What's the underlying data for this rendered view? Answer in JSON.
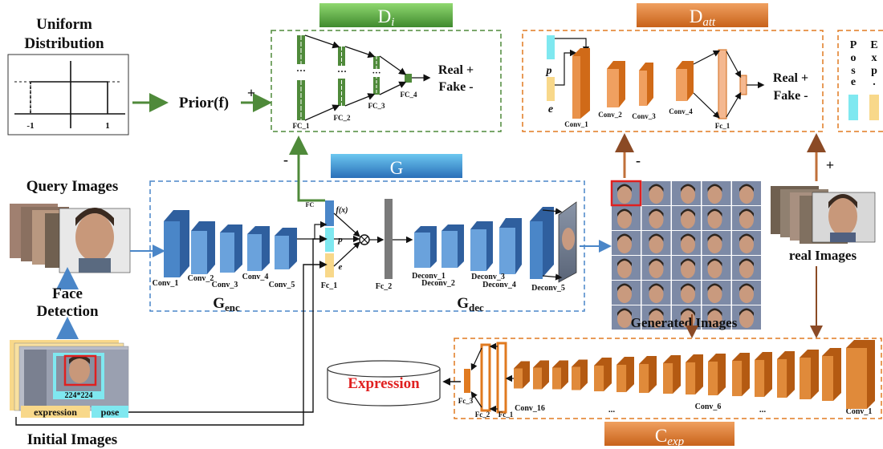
{
  "colors": {
    "blue": "#4a86c8",
    "blue_dark": "#2f5f9e",
    "orange": "#e07a20",
    "orange_dark": "#b45a12",
    "green": "#4f8a3a",
    "brown": "#8b4a25",
    "cyan": "#7fe8f0",
    "tan": "#f8d88a",
    "gray": "#7a7a7a",
    "red": "#e02020"
  },
  "uniform": {
    "title_line1": "Uniform",
    "title_line2": "Distribution",
    "tick_neg": "-1",
    "tick_pos": "1"
  },
  "prior": {
    "label": "Prior(f)",
    "plus": "+"
  },
  "di": {
    "title_main": "D",
    "title_sub": "i",
    "fc1": "FC_1",
    "fc2": "FC_2",
    "fc3": "FC_3",
    "fc4": "FC_4",
    "out_line1": "Real +",
    "out_line2": "Fake -",
    "minus": "-"
  },
  "datt": {
    "title_main": "D",
    "title_sub": "att",
    "p": "p",
    "e": "e",
    "conv1": "Conv_1",
    "conv2": "Conv_2",
    "conv3": "Conv_3",
    "conv4": "Conv_4",
    "fc1": "Fc_1",
    "out_line1": "Real +",
    "out_line2": "Fake -"
  },
  "legend": {
    "pose_letters": [
      "P",
      "o",
      "s",
      "e"
    ],
    "exp_letters": [
      "E",
      "x",
      "p",
      "."
    ]
  },
  "g": {
    "title": "G",
    "enc_main": "G",
    "enc_sub": "enc",
    "dec_main": "G",
    "dec_sub": "dec",
    "conv1": "Conv_1",
    "conv2": "Conv_2",
    "conv3": "Conv_3",
    "conv4": "Conv_4",
    "conv5": "Conv_5",
    "fc": "FC",
    "fx": "f(x)",
    "p": "p",
    "e": "e",
    "fc1": "Fc_1",
    "fc2": "Fc_2",
    "deconv1": "Deconv_1",
    "deconv2": "Deconv_2",
    "deconv3": "Deconv_3",
    "deconv4": "Deconv_4",
    "deconv5": "Deconv_5"
  },
  "left": {
    "query_images": "Query Images",
    "face_line1": "Face",
    "face_line2": "Detection",
    "initial_images": "Initial Images",
    "size": "224*224",
    "expression": "expression",
    "pose": "pose"
  },
  "right": {
    "generated_images": "Generated Images",
    "real_images": "real Images",
    "minus": "-",
    "plus": "+"
  },
  "cexp": {
    "title_main": "C",
    "title_sub": "exp",
    "expression": "Expression",
    "fc3": "Fc_3",
    "fc2": "Fc_2",
    "fc1": "Fc_1",
    "conv16": "Conv_16",
    "conv6": "Conv_6",
    "conv1": "Conv_1",
    "dots1": "...",
    "dots2": "..."
  }
}
